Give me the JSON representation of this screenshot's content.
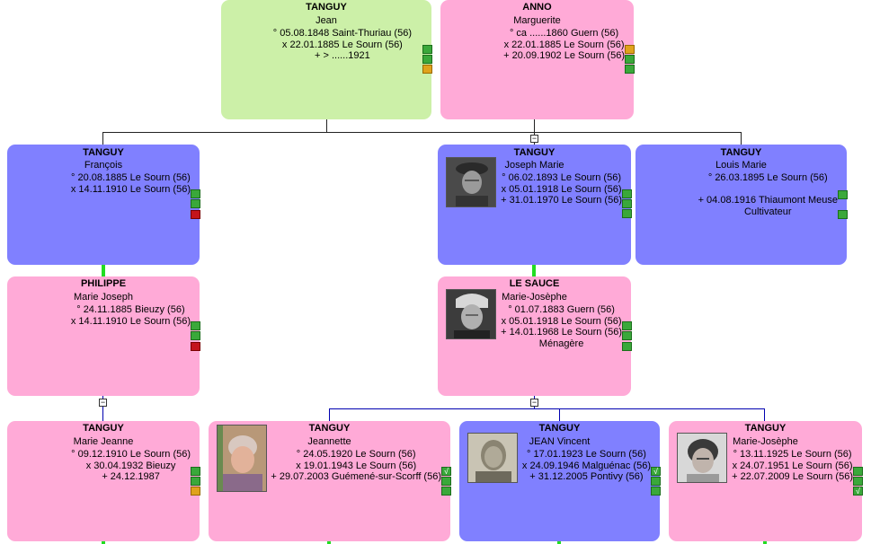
{
  "people": [
    {
      "surname": "TANGUY",
      "given": "Jean",
      "lines": [
        "° 05.08.1848 Saint-Thuriau (56)",
        "x 22.01.1885 Le Sourn (56)",
        "+ > ......1921"
      ]
    },
    {
      "surname": "ANNO",
      "given": "Marguerite",
      "lines": [
        "° ca ......1860 Guern (56)",
        "x 22.01.1885 Le Sourn (56)",
        "+ 20.09.1902 Le Sourn (56)"
      ]
    },
    {
      "surname": "TANGUY",
      "given": "François",
      "lines": [
        "° 20.08.1885 Le Sourn (56)",
        "x 14.11.1910 Le Sourn (56)"
      ]
    },
    {
      "surname": "TANGUY",
      "given": "Joseph Marie",
      "lines": [
        "° 06.02.1893 Le Sourn (56)",
        "x 05.01.1918 Le Sourn (56)",
        "+ 31.01.1970 Le Sourn (56)"
      ]
    },
    {
      "surname": "TANGUY",
      "given": "Louis Marie",
      "lines": [
        "° 26.03.1895 Le Sourn (56)",
        "",
        "+ 04.08.1916 Thiaumont Meuse",
        "Cultivateur"
      ]
    },
    {
      "surname": "PHILIPPE",
      "given": "Marie Joseph",
      "lines": [
        "° 24.11.1885 Bieuzy (56)",
        "x 14.11.1910 Le Sourn (56)"
      ]
    },
    {
      "surname": "LE SAUCE",
      "given": "Marie-Josèphe",
      "lines": [
        "° 01.07.1883 Guern (56)",
        "x 05.01.1918 Le Sourn (56)",
        "+ 14.01.1968 Le Sourn (56)",
        "Ménagère"
      ]
    },
    {
      "surname": "TANGUY",
      "given": "Marie Jeanne",
      "lines": [
        "° 09.12.1910 Le Sourn (56)",
        "x 30.04.1932 Bieuzy",
        "+ 24.12.1987"
      ]
    },
    {
      "surname": "TANGUY",
      "given": "Jeannette",
      "lines": [
        "° 24.05.1920 Le Sourn (56)",
        "x 19.01.1943 Le Sourn (56)",
        "+ 29.07.2003 Guémené-sur-Scorff (56)"
      ]
    },
    {
      "surname": "TANGUY",
      "given": "JEAN Vincent",
      "lines": [
        "° 17.01.1923 Le Sourn (56)",
        "x 24.09.1946 Malguénac (56)",
        "+ 31.12.2005 Pontivy (56)"
      ]
    },
    {
      "surname": "TANGUY",
      "given": "Marie-Josèphe",
      "lines": [
        "° 13.11.1925 Le Sourn (56)",
        "x 24.07.1951 Le Sourn (56)",
        "+ 22.07.2009 Le Sourn (56)"
      ]
    }
  ],
  "toggles": {
    "collapse": "−"
  },
  "check_mark": "√",
  "colors": {
    "male": "#8080ff",
    "female": "#ffaad7",
    "root": "#ccf0a8",
    "link": "#0000b0",
    "descent": "#22dd22"
  }
}
